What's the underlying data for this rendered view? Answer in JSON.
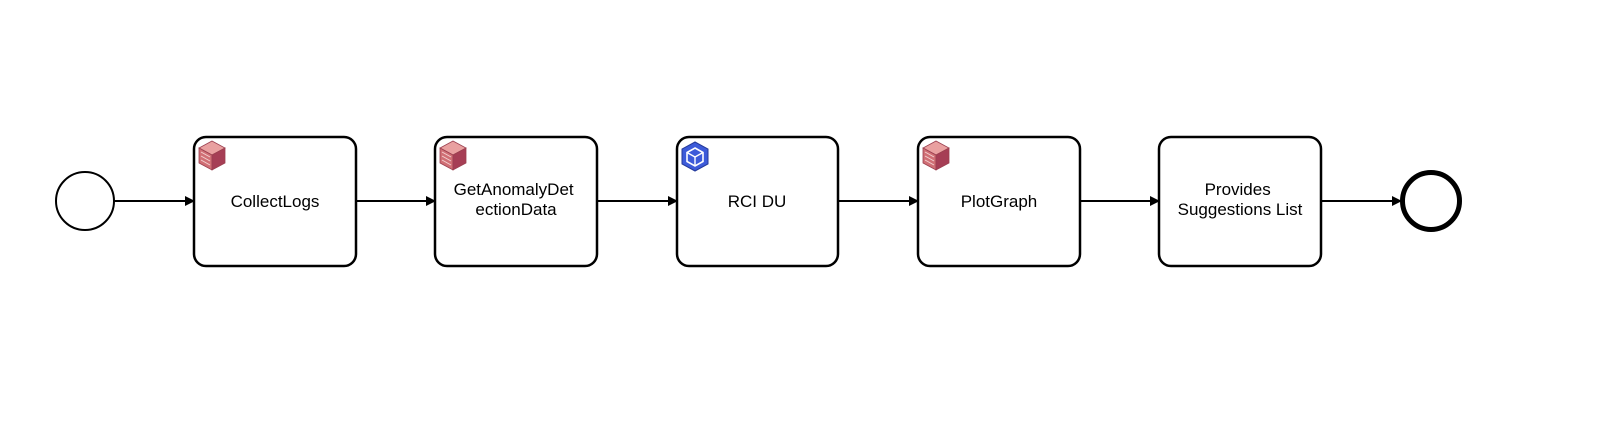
{
  "diagram": {
    "start_event": {
      "icon": "start-event-circle"
    },
    "end_event": {
      "icon": "end-event-circle"
    },
    "tasks": [
      {
        "lines": [
          "CollectLogs"
        ],
        "icon": "cube-red-icon",
        "icon_color": "#c0505a"
      },
      {
        "lines": [
          "GetAnomalyDet",
          "ectionData"
        ],
        "icon": "cube-red-icon",
        "icon_color": "#c0505a"
      },
      {
        "lines": [
          "RCI DU"
        ],
        "icon": "cube-blue-icon",
        "icon_color": "#3a5ad8"
      },
      {
        "lines": [
          "PlotGraph"
        ],
        "icon": "cube-red-icon",
        "icon_color": "#c0505a"
      },
      {
        "lines": [
          "Provides",
          "Suggestions List"
        ],
        "icon": "",
        "icon_color": ""
      }
    ]
  }
}
